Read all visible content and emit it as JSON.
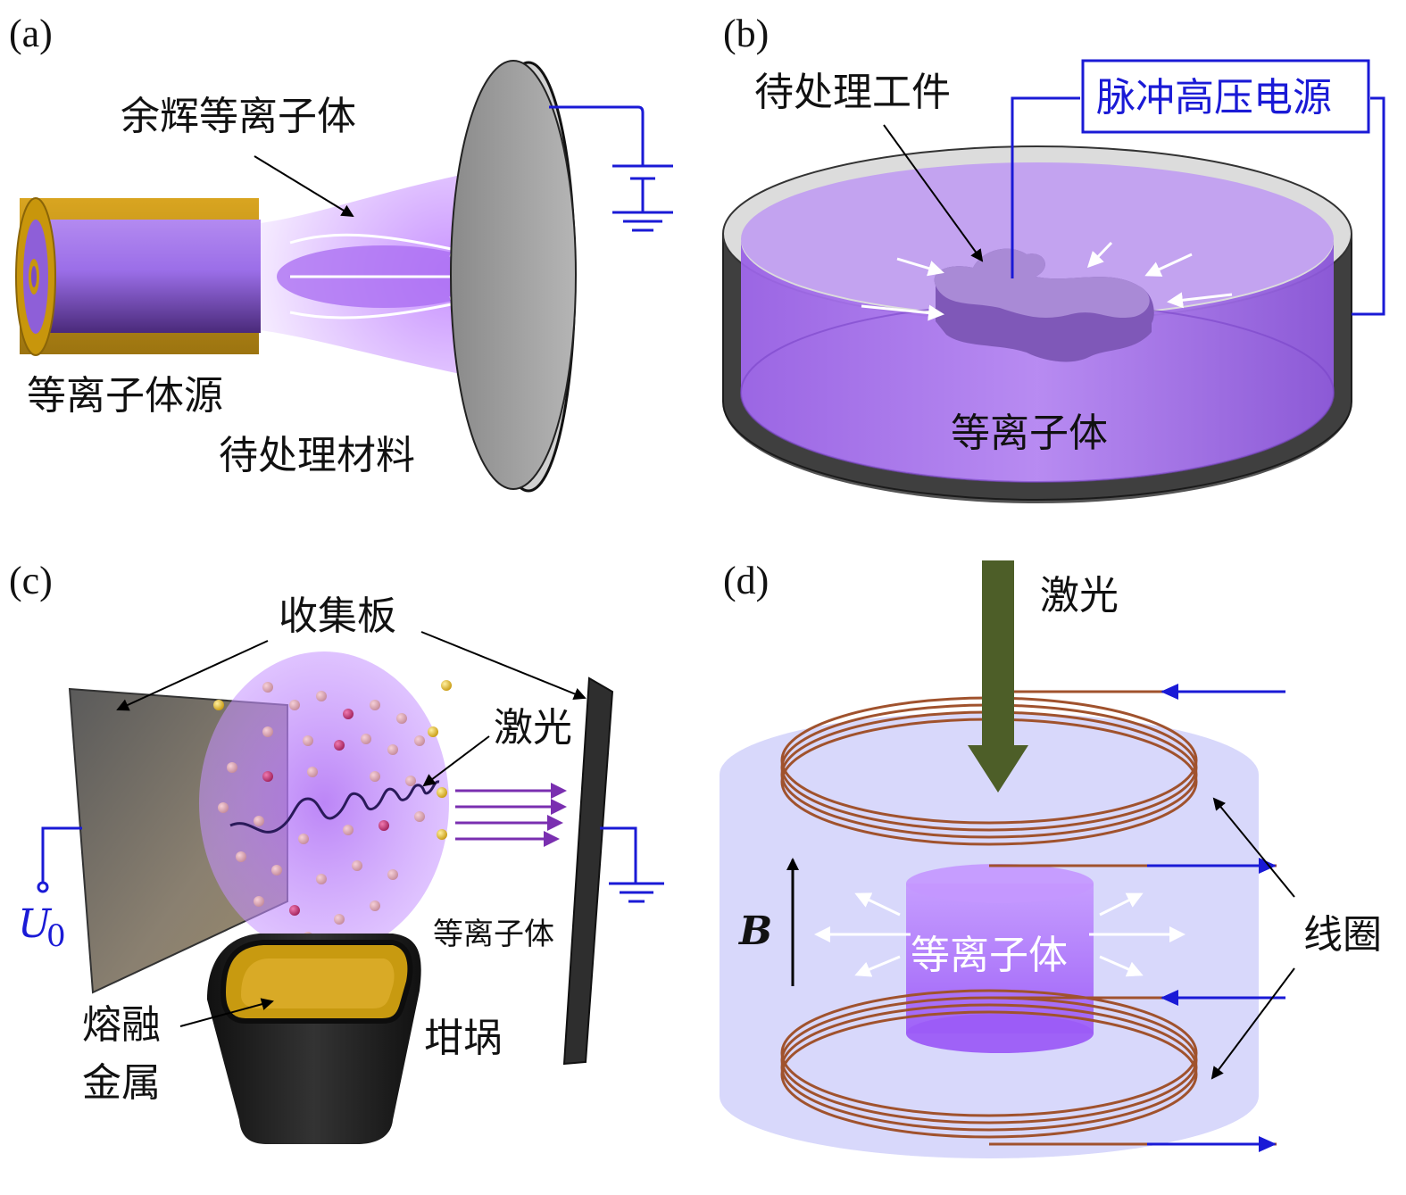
{
  "panels": {
    "a": {
      "tag": "(a)",
      "afterglow_label": "余辉等离子体",
      "source_label": "等离子体源",
      "material_label": "待处理材料"
    },
    "b": {
      "tag": "(b)",
      "workpiece_label": "待处理工件",
      "power_label": "脉冲高压电源",
      "plasma_label": "等离子体"
    },
    "c": {
      "tag": "(c)",
      "collector_label": "收集板",
      "laser_label": "激光",
      "voltage_symbol": "U",
      "voltage_subscript": "0",
      "plasma_label": "等离子体",
      "molten_label_line1": "熔融",
      "molten_label_line2": "金属",
      "crucible_label": "坩埚"
    },
    "d": {
      "tag": "(d)",
      "laser_label": "激光",
      "field_label": "B",
      "plasma_label": "等离子体",
      "coil_label": "线圈"
    }
  },
  "colors": {
    "plasma": "#a060f0",
    "wire": "#1a1ad6",
    "laser_beam": "#4d5e28",
    "coil": "#a0522d",
    "gold": "#c8960c"
  }
}
